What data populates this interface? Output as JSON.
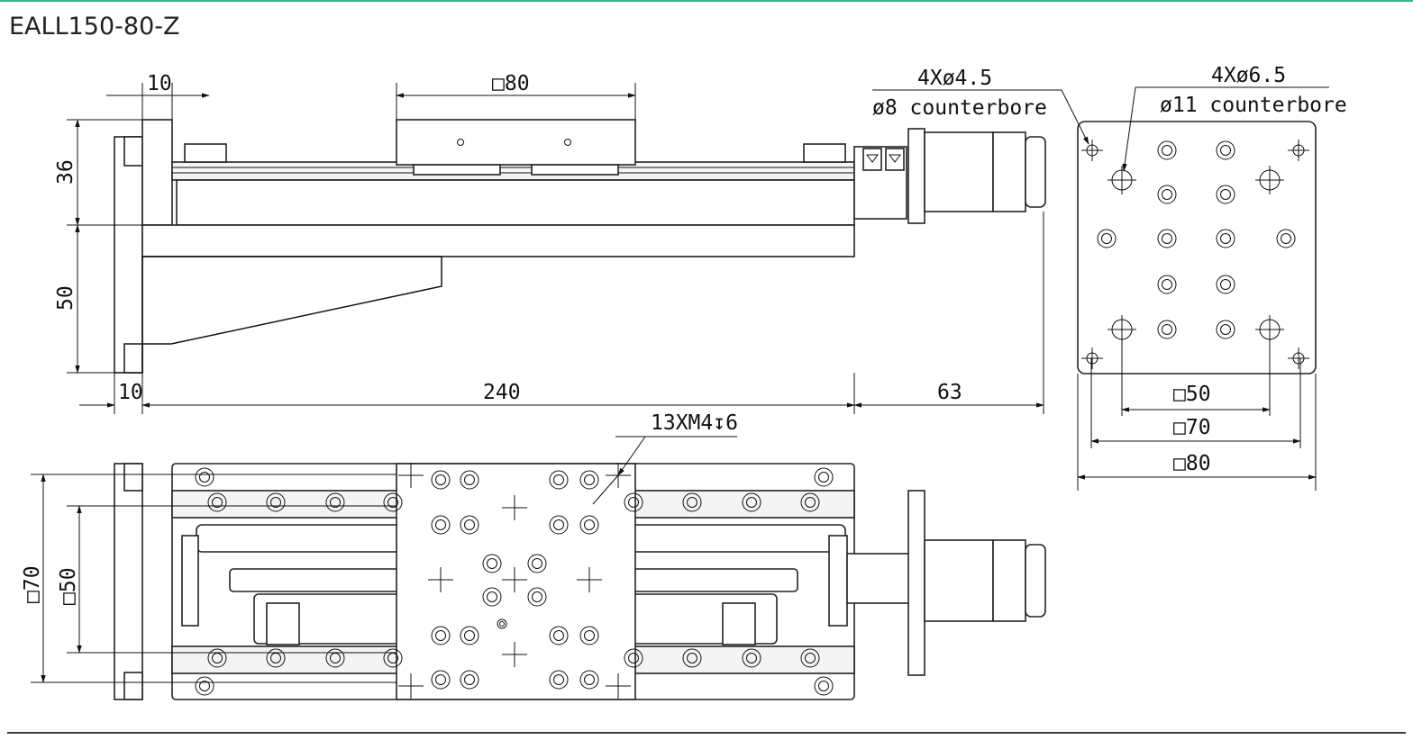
{
  "title": "EALL150-80-Z",
  "dimensions": {
    "side_view": {
      "flange_width": "10",
      "carriage_square": "□80",
      "upper_height": "36",
      "lower_height": "50",
      "bottom_flange": "10",
      "body_length": "240",
      "motor_length": "63"
    },
    "end_view": {
      "small_holes": "4Xø4.5",
      "small_counterbore": "ø8 counterbore",
      "large_holes": "4Xø6.5",
      "large_counterbore": "ø11 counterbore",
      "pattern_50": "□50",
      "pattern_70": "□70",
      "plate_80": "□80"
    },
    "top_view": {
      "tapped_holes": "13XM4↧6",
      "mount_70": "□70",
      "mount_50": "□50"
    }
  },
  "colors": {
    "accent_rule": "#3bb58f",
    "line": "#111111"
  }
}
